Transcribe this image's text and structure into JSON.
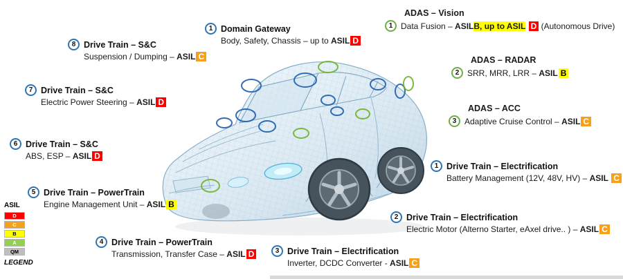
{
  "legend": {
    "title": "ASIL",
    "caption": "LEGEND",
    "items": [
      {
        "label": "D",
        "color": "#FF0000",
        "text_color": "#FFFFFF"
      },
      {
        "label": "C",
        "color": "#F7A11A",
        "text_color": "#FFFFFF"
      },
      {
        "label": "B",
        "color": "#FFFF00",
        "text_color": "#000000"
      },
      {
        "label": "A",
        "color": "#92D050",
        "text_color": "#FFFFFF"
      },
      {
        "label": "QM",
        "color": "#BFBFBF",
        "text_color": "#000000"
      }
    ]
  },
  "ring_colors": {
    "drive": "#2E75B6",
    "adas": "#70AD47"
  },
  "callouts": [
    {
      "id": "domain-gateway",
      "number": "1",
      "ring": "#2E75B6",
      "title": "Domain Gateway",
      "segments": [
        {
          "t": "Body, Safety, Chassis – up to "
        },
        {
          "t": "ASIL",
          "b": true
        },
        {
          "t": "D",
          "badge": "#FF0000",
          "fg": "#FFFFFF"
        }
      ]
    },
    {
      "id": "adas-vision",
      "number": "1",
      "ring": "#70AD47",
      "title": "ADAS – Vision",
      "segments": [
        {
          "t": "Data Fusion – "
        },
        {
          "t": "ASIL",
          "b": true
        },
        {
          "t": "B, up to ASIL",
          "b": true,
          "hl": "#FFFF00"
        },
        {
          "t": " "
        },
        {
          "t": "D",
          "badge": "#FF0000",
          "fg": "#FFFFFF"
        },
        {
          "t": " (Autonomous Drive)"
        }
      ]
    },
    {
      "id": "adas-radar",
      "number": "2",
      "ring": "#70AD47",
      "title": "ADAS – RADAR",
      "segments": [
        {
          "t": "SRR, MRR, LRR – "
        },
        {
          "t": "ASIL",
          "b": true
        },
        {
          "t": "B",
          "badge": "#FFFF00",
          "fg": "#000000"
        }
      ]
    },
    {
      "id": "adas-acc",
      "number": "3",
      "ring": "#70AD47",
      "title": "ADAS – ACC",
      "segments": [
        {
          "t": "Adaptive Cruise Control – "
        },
        {
          "t": "ASIL",
          "b": true
        },
        {
          "t": "C",
          "badge": "#F7A11A",
          "fg": "#FFFFFF"
        }
      ]
    },
    {
      "id": "dt-elec-battery",
      "number": "1",
      "ring": "#2E75B6",
      "title": "Drive Train – Electrification",
      "segments": [
        {
          "t": "Battery Management (12V, 48V, HV) – "
        },
        {
          "t": "ASIL",
          "b": true
        },
        {
          "t": " "
        },
        {
          "t": "C",
          "badge": "#F7A11A",
          "fg": "#FFFFFF"
        }
      ]
    },
    {
      "id": "dt-elec-motor",
      "number": "2",
      "ring": "#2E75B6",
      "title": "Drive Train – Electrification",
      "segments": [
        {
          "t": "Electric Motor (Alterno Starter, eAxel drive.. ) – "
        },
        {
          "t": "ASIL",
          "b": true
        },
        {
          "t": "C",
          "badge": "#F7A11A",
          "fg": "#FFFFFF"
        }
      ]
    },
    {
      "id": "dt-elec-inverter",
      "number": "3",
      "ring": "#2E75B6",
      "title": "Drive Train – Electrification",
      "segments": [
        {
          "t": "Inverter, DCDC Converter - "
        },
        {
          "t": "ASIL",
          "b": true
        },
        {
          "t": "C",
          "badge": "#F7A11A",
          "fg": "#FFFFFF"
        }
      ]
    },
    {
      "id": "dt-pt-transmission",
      "number": "4",
      "ring": "#2E75B6",
      "title": "Drive Train – PowerTrain",
      "segments": [
        {
          "t": "Transmission, Transfer Case – "
        },
        {
          "t": "ASIL",
          "b": true
        },
        {
          "t": "D",
          "badge": "#FF0000",
          "fg": "#FFFFFF"
        }
      ]
    },
    {
      "id": "dt-pt-emu",
      "number": "5",
      "ring": "#2E75B6",
      "title": "Drive Train – PowerTrain",
      "segments": [
        {
          "t": "Engine Management Unit – "
        },
        {
          "t": "ASIL",
          "b": true
        },
        {
          "t": "B",
          "badge": "#FFFF00",
          "fg": "#000000"
        }
      ]
    },
    {
      "id": "dt-sc-abs",
      "number": "6",
      "ring": "#2E75B6",
      "title": "Drive Train – S&C",
      "segments": [
        {
          "t": "ABS, ESP – "
        },
        {
          "t": "ASIL",
          "b": true
        },
        {
          "t": "D",
          "badge": "#FF0000",
          "fg": "#FFFFFF"
        }
      ]
    },
    {
      "id": "dt-sc-eps",
      "number": "7",
      "ring": "#2E75B6",
      "title": "Drive Train – S&C",
      "segments": [
        {
          "t": "Electric Power Steering – "
        },
        {
          "t": "ASIL",
          "b": true
        },
        {
          "t": "D",
          "badge": "#FF0000",
          "fg": "#FFFFFF"
        }
      ]
    },
    {
      "id": "dt-sc-susp",
      "number": "8",
      "ring": "#2E75B6",
      "title": "Drive Train – S&C",
      "segments": [
        {
          "t": "Suspension / Dumping – "
        },
        {
          "t": "ASIL",
          "b": true
        },
        {
          "t": "C",
          "badge": "#F7A11A",
          "fg": "#FFFFFF"
        }
      ]
    }
  ]
}
